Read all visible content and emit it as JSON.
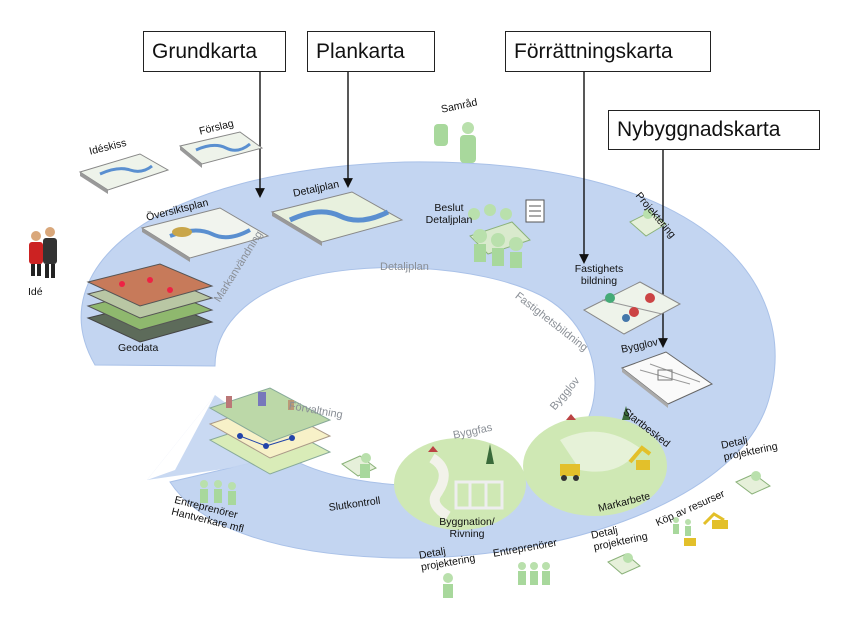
{
  "map_types": {
    "grundkarta": "Grundkarta",
    "plankarta": "Plankarta",
    "forrattningskarta": "Förrättningskarta",
    "nybyggnadskarta": "Nybyggnadskarta"
  },
  "ring_labels": {
    "markanvandning": "Markanvändning",
    "detaljplan": "Detaljplan",
    "fastighetsbildning": "Fastighetsbildning",
    "bygglov": "Bygglov",
    "byggfas": "Byggfas",
    "forvaltning": "Förvaltning"
  },
  "stages": {
    "ide": "Idé",
    "ideskiss": "Idéskiss",
    "forslag": "Förslag",
    "oversiktsplan": "Översiktsplan",
    "detaljplan": "Detaljplan",
    "geodata": "Geodata",
    "samrad": "Samråd",
    "beslut_detaljplan": "Beslut Detaljplan",
    "projektering_top": "Projektering",
    "fastighetsbildning": "Fastighets bildning",
    "bygglov": "Bygglov",
    "startbesked": "Startbesked",
    "detaljprojektering_right": "Detalj projektering",
    "kop_av_resurser": "Köp av resurser",
    "markarbete": "Markarbete",
    "detaljprojektering_mid": "Detalj projektering",
    "entreprenorer": "Entreprenörer",
    "detaljprojektering_left": "Detalj projektering",
    "byggnation_rivning": "Byggnation/ Rivning",
    "slutkontroll": "Slutkontroll",
    "entreprenorer_hantverkare": "Entreprenörer Hantverkare mfl"
  },
  "colors": {
    "ring": "#c3d5f1",
    "ring_edge": "#a9c1e8",
    "ring_text": "#8a8f96",
    "grass": "#cfe8b4",
    "grass_dark": "#9ccc7a",
    "figure": "#a8d89c",
    "map_sheet": "#eef3ea"
  }
}
